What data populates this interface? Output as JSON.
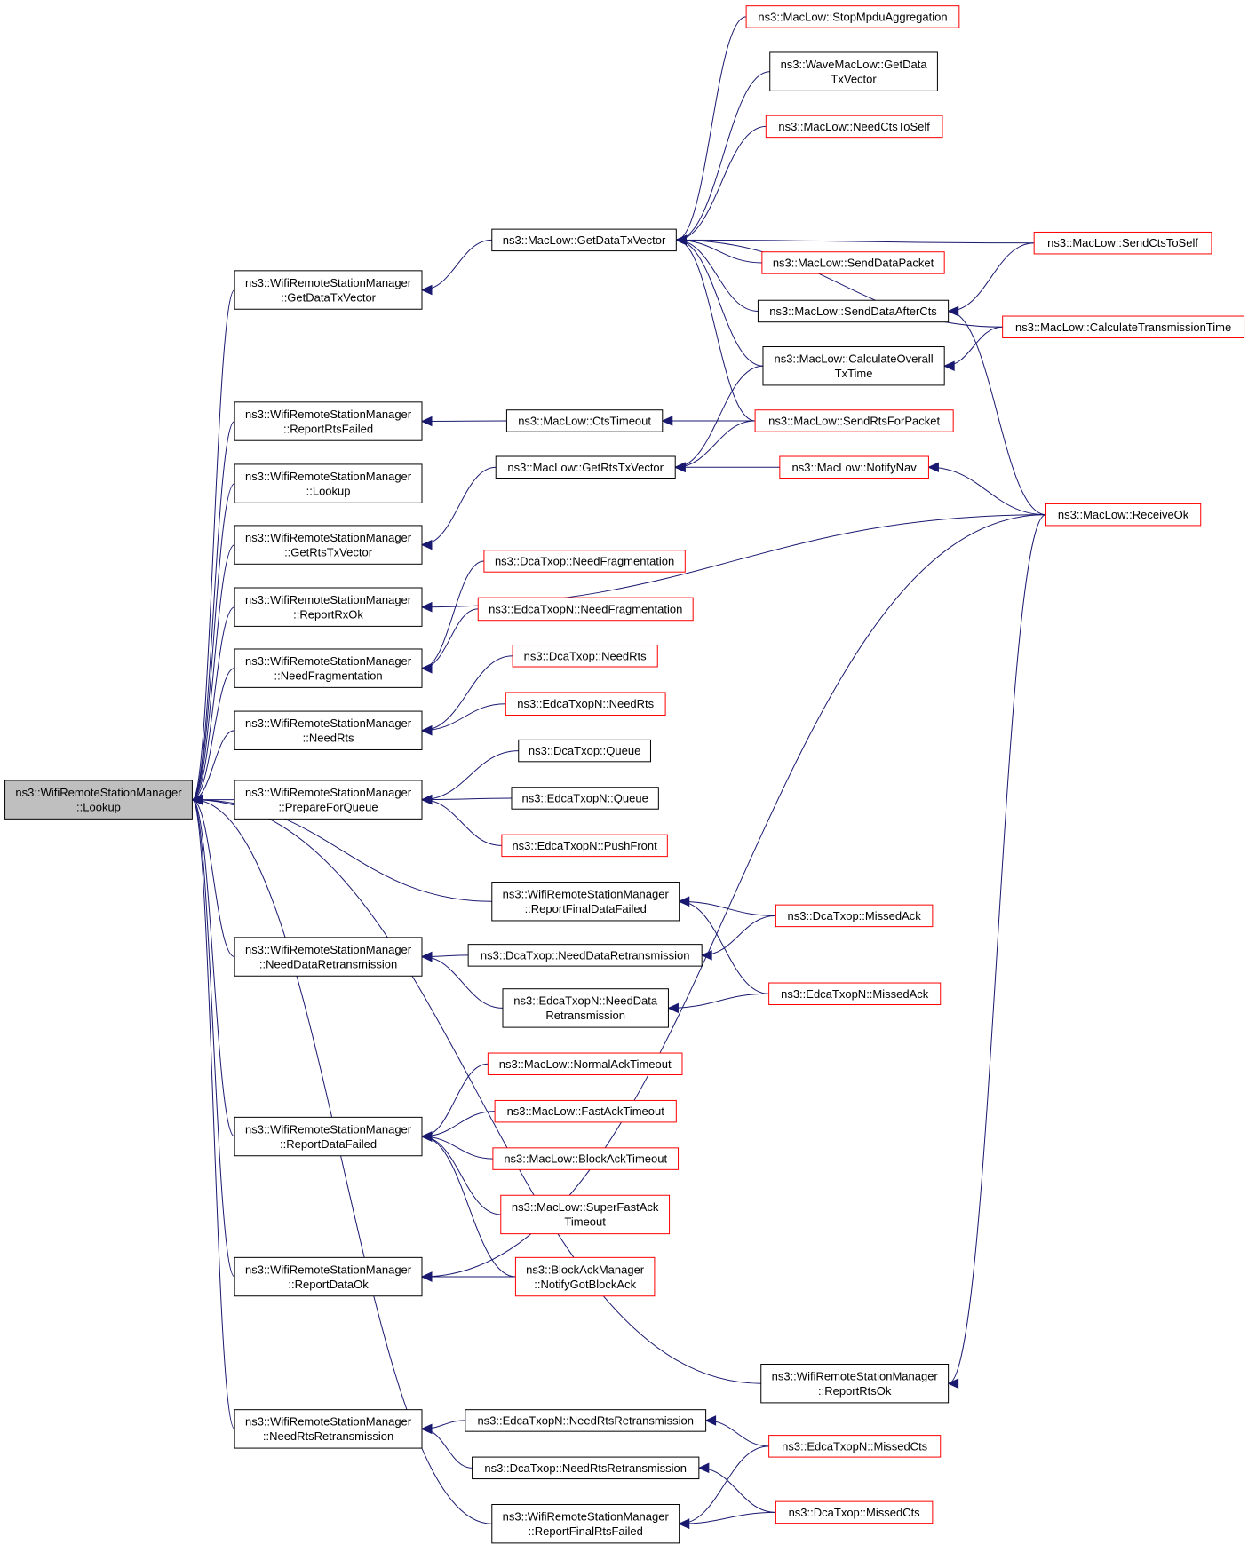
{
  "diagram": {
    "colors": {
      "edge": "#191970",
      "normal_border": "#000000",
      "truncated_border": "#ff0000",
      "root_fill": "#bfbfbf",
      "node_fill": "#ffffff"
    },
    "nodes": [
      {
        "id": "root",
        "lines": [
          "ns3::WifiRemoteStationManager",
          "::Lookup"
        ],
        "style": "root"
      },
      {
        "id": "wrsm_getdatatx",
        "lines": [
          "ns3::WifiRemoteStationManager",
          "::GetDataTxVector"
        ],
        "style": "normal"
      },
      {
        "id": "wrsm_reportrtsfailed",
        "lines": [
          "ns3::WifiRemoteStationManager",
          "::ReportRtsFailed"
        ],
        "style": "normal"
      },
      {
        "id": "wrsm_lookup2",
        "lines": [
          "ns3::WifiRemoteStationManager",
          "::Lookup"
        ],
        "style": "normal"
      },
      {
        "id": "wrsm_getrtstx",
        "lines": [
          "ns3::WifiRemoteStationManager",
          "::GetRtsTxVector"
        ],
        "style": "normal"
      },
      {
        "id": "wrsm_reportrxok",
        "lines": [
          "ns3::WifiRemoteStationManager",
          "::ReportRxOk"
        ],
        "style": "normal"
      },
      {
        "id": "wrsm_needfrag",
        "lines": [
          "ns3::WifiRemoteStationManager",
          "::NeedFragmentation"
        ],
        "style": "normal"
      },
      {
        "id": "wrsm_needrts",
        "lines": [
          "ns3::WifiRemoteStationManager",
          "::NeedRts"
        ],
        "style": "normal"
      },
      {
        "id": "wrsm_prepare",
        "lines": [
          "ns3::WifiRemoteStationManager",
          "::PrepareForQueue"
        ],
        "style": "normal"
      },
      {
        "id": "wrsm_reportfinaldata",
        "lines": [
          "ns3::WifiRemoteStationManager",
          "::ReportFinalDataFailed"
        ],
        "style": "normal"
      },
      {
        "id": "wrsm_needdataretx",
        "lines": [
          "ns3::WifiRemoteStationManager",
          "::NeedDataRetransmission"
        ],
        "style": "normal"
      },
      {
        "id": "wrsm_reportdatafailed",
        "lines": [
          "ns3::WifiRemoteStationManager",
          "::ReportDataFailed"
        ],
        "style": "normal"
      },
      {
        "id": "wrsm_reportdataok",
        "lines": [
          "ns3::WifiRemoteStationManager",
          "::ReportDataOk"
        ],
        "style": "normal"
      },
      {
        "id": "wrsm_reportrtsok",
        "lines": [
          "ns3::WifiRemoteStationManager",
          "::ReportRtsOk"
        ],
        "style": "normal"
      },
      {
        "id": "wrsm_needrtsretx",
        "lines": [
          "ns3::WifiRemoteStationManager",
          "::NeedRtsRetransmission"
        ],
        "style": "normal"
      },
      {
        "id": "wrsm_reportfinalrts",
        "lines": [
          "ns3::WifiRemoteStationManager",
          "::ReportFinalRtsFailed"
        ],
        "style": "normal"
      },
      {
        "id": "maclow_getdatatx",
        "lines": [
          "ns3::MacLow::GetDataTxVector"
        ],
        "style": "normal"
      },
      {
        "id": "maclow_ctstimeout",
        "lines": [
          "ns3::MacLow::CtsTimeout"
        ],
        "style": "normal"
      },
      {
        "id": "maclow_getrtstx",
        "lines": [
          "ns3::MacLow::GetRtsTxVector"
        ],
        "style": "normal"
      },
      {
        "id": "dca_needfrag",
        "lines": [
          "ns3::DcaTxop::NeedFragmentation"
        ],
        "style": "truncated"
      },
      {
        "id": "edca_needfrag",
        "lines": [
          "ns3::EdcaTxopN::NeedFragmentation"
        ],
        "style": "truncated"
      },
      {
        "id": "dca_needrts",
        "lines": [
          "ns3::DcaTxop::NeedRts"
        ],
        "style": "truncated"
      },
      {
        "id": "edca_needrts",
        "lines": [
          "ns3::EdcaTxopN::NeedRts"
        ],
        "style": "truncated"
      },
      {
        "id": "dca_queue",
        "lines": [
          "ns3::DcaTxop::Queue"
        ],
        "style": "normal"
      },
      {
        "id": "edca_queue",
        "lines": [
          "ns3::EdcaTxopN::Queue"
        ],
        "style": "normal"
      },
      {
        "id": "edca_pushfront",
        "lines": [
          "ns3::EdcaTxopN::PushFront"
        ],
        "style": "truncated"
      },
      {
        "id": "dca_needdataretx",
        "lines": [
          "ns3::DcaTxop::NeedDataRetransmission"
        ],
        "style": "normal"
      },
      {
        "id": "edca_needdataretx",
        "lines": [
          "ns3::EdcaTxopN::NeedData",
          "Retransmission"
        ],
        "style": "normal"
      },
      {
        "id": "maclow_normalack",
        "lines": [
          "ns3::MacLow::NormalAckTimeout"
        ],
        "style": "truncated"
      },
      {
        "id": "maclow_fastack",
        "lines": [
          "ns3::MacLow::FastAckTimeout"
        ],
        "style": "truncated"
      },
      {
        "id": "maclow_blockack",
        "lines": [
          "ns3::MacLow::BlockAckTimeout"
        ],
        "style": "truncated"
      },
      {
        "id": "maclow_superfastack",
        "lines": [
          "ns3::MacLow::SuperFastAck",
          "Timeout"
        ],
        "style": "truncated"
      },
      {
        "id": "bam_notify",
        "lines": [
          "ns3::BlockAckManager",
          "::NotifyGotBlockAck"
        ],
        "style": "truncated"
      },
      {
        "id": "edca_needrtsretx",
        "lines": [
          "ns3::EdcaTxopN::NeedRtsRetransmission"
        ],
        "style": "normal"
      },
      {
        "id": "dca_needrtsretx",
        "lines": [
          "ns3::DcaTxop::NeedRtsRetransmission"
        ],
        "style": "normal"
      },
      {
        "id": "maclow_stopmpdu",
        "lines": [
          "ns3::MacLow::StopMpduAggregation"
        ],
        "style": "truncated"
      },
      {
        "id": "wavemaclow_getdata",
        "lines": [
          "ns3::WaveMacLow::GetData",
          "TxVector"
        ],
        "style": "normal"
      },
      {
        "id": "maclow_needctstoself",
        "lines": [
          "ns3::MacLow::NeedCtsToSelf"
        ],
        "style": "truncated"
      },
      {
        "id": "maclow_senddatapacket",
        "lines": [
          "ns3::MacLow::SendDataPacket"
        ],
        "style": "truncated"
      },
      {
        "id": "maclow_senddataaftercts",
        "lines": [
          "ns3::MacLow::SendDataAfterCts"
        ],
        "style": "normal"
      },
      {
        "id": "maclow_calcoverall",
        "lines": [
          "ns3::MacLow::CalculateOverall",
          "TxTime"
        ],
        "style": "normal"
      },
      {
        "id": "maclow_sendrtsforpacket",
        "lines": [
          "ns3::MacLow::SendRtsForPacket"
        ],
        "style": "truncated"
      },
      {
        "id": "maclow_notifynav",
        "lines": [
          "ns3::MacLow::NotifyNav"
        ],
        "style": "truncated"
      },
      {
        "id": "dca_missedack",
        "lines": [
          "ns3::DcaTxop::MissedAck"
        ],
        "style": "truncated"
      },
      {
        "id": "edca_missedack",
        "lines": [
          "ns3::EdcaTxopN::MissedAck"
        ],
        "style": "truncated"
      },
      {
        "id": "edca_missedcts",
        "lines": [
          "ns3::EdcaTxopN::MissedCts"
        ],
        "style": "truncated"
      },
      {
        "id": "dca_missedcts",
        "lines": [
          "ns3::DcaTxop::MissedCts"
        ],
        "style": "truncated"
      },
      {
        "id": "maclow_sendctstoself",
        "lines": [
          "ns3::MacLow::SendCtsToSelf"
        ],
        "style": "truncated"
      },
      {
        "id": "maclow_calctxtime",
        "lines": [
          "ns3::MacLow::CalculateTransmissionTime"
        ],
        "style": "truncated"
      },
      {
        "id": "maclow_receiveok",
        "lines": [
          "ns3::MacLow::ReceiveOk"
        ],
        "style": "truncated"
      }
    ],
    "edges": [
      [
        "wrsm_getdatatx",
        "root"
      ],
      [
        "wrsm_reportrtsfailed",
        "root"
      ],
      [
        "wrsm_lookup2",
        "root"
      ],
      [
        "wrsm_getrtstx",
        "root"
      ],
      [
        "wrsm_reportrxok",
        "root"
      ],
      [
        "wrsm_needfrag",
        "root"
      ],
      [
        "wrsm_needrts",
        "root"
      ],
      [
        "wrsm_prepare",
        "root"
      ],
      [
        "wrsm_reportfinaldata",
        "root"
      ],
      [
        "wrsm_needdataretx",
        "root"
      ],
      [
        "wrsm_reportdatafailed",
        "root"
      ],
      [
        "wrsm_reportdataok",
        "root"
      ],
      [
        "wrsm_reportrtsok",
        "root"
      ],
      [
        "wrsm_needrtsretx",
        "root"
      ],
      [
        "wrsm_reportfinalrts",
        "root"
      ],
      [
        "maclow_getdatatx",
        "wrsm_getdatatx"
      ],
      [
        "maclow_ctstimeout",
        "wrsm_reportrtsfailed"
      ],
      [
        "maclow_getrtstx",
        "wrsm_getrtstx"
      ],
      [
        "maclow_receiveok",
        "wrsm_reportrxok"
      ],
      [
        "dca_needfrag",
        "wrsm_needfrag"
      ],
      [
        "edca_needfrag",
        "wrsm_needfrag"
      ],
      [
        "dca_needrts",
        "wrsm_needrts"
      ],
      [
        "edca_needrts",
        "wrsm_needrts"
      ],
      [
        "dca_queue",
        "wrsm_prepare"
      ],
      [
        "edca_queue",
        "wrsm_prepare"
      ],
      [
        "edca_pushfront",
        "wrsm_prepare"
      ],
      [
        "dca_needdataretx",
        "wrsm_needdataretx"
      ],
      [
        "edca_needdataretx",
        "wrsm_needdataretx"
      ],
      [
        "maclow_normalack",
        "wrsm_reportdatafailed"
      ],
      [
        "maclow_fastack",
        "wrsm_reportdatafailed"
      ],
      [
        "maclow_blockack",
        "wrsm_reportdatafailed"
      ],
      [
        "maclow_superfastack",
        "wrsm_reportdatafailed"
      ],
      [
        "bam_notify",
        "wrsm_reportdatafailed"
      ],
      [
        "bam_notify",
        "wrsm_reportdataok"
      ],
      [
        "maclow_receiveok",
        "wrsm_reportdataok"
      ],
      [
        "maclow_receiveok",
        "wrsm_reportrtsok"
      ],
      [
        "edca_needrtsretx",
        "wrsm_needrtsretx"
      ],
      [
        "dca_needrtsretx",
        "wrsm_needrtsretx"
      ],
      [
        "dca_missedcts",
        "wrsm_reportfinalrts"
      ],
      [
        "edca_missedcts",
        "wrsm_reportfinalrts"
      ],
      [
        "maclow_stopmpdu",
        "maclow_getdatatx"
      ],
      [
        "wavemaclow_getdata",
        "maclow_getdatatx"
      ],
      [
        "maclow_needctstoself",
        "maclow_getdatatx"
      ],
      [
        "maclow_sendctstoself",
        "maclow_getdatatx"
      ],
      [
        "maclow_senddatapacket",
        "maclow_getdatatx"
      ],
      [
        "maclow_senddataaftercts",
        "maclow_getdatatx"
      ],
      [
        "maclow_calctxtime",
        "maclow_getdatatx"
      ],
      [
        "maclow_calcoverall",
        "maclow_getdatatx"
      ],
      [
        "maclow_sendrtsforpacket",
        "maclow_getdatatx"
      ],
      [
        "maclow_sendrtsforpacket",
        "maclow_ctstimeout"
      ],
      [
        "maclow_calcoverall",
        "maclow_getrtstx"
      ],
      [
        "maclow_sendrtsforpacket",
        "maclow_getrtstx"
      ],
      [
        "maclow_notifynav",
        "maclow_getrtstx"
      ],
      [
        "maclow_sendctstoself",
        "maclow_senddataaftercts"
      ],
      [
        "maclow_receiveok",
        "maclow_senddataaftercts"
      ],
      [
        "maclow_calctxtime",
        "maclow_calcoverall"
      ],
      [
        "maclow_receiveok",
        "maclow_notifynav"
      ],
      [
        "dca_missedack",
        "wrsm_reportfinaldata"
      ],
      [
        "edca_missedack",
        "wrsm_reportfinaldata"
      ],
      [
        "dca_missedack",
        "dca_needdataretx"
      ],
      [
        "edca_missedack",
        "edca_needdataretx"
      ],
      [
        "edca_missedcts",
        "edca_needrtsretx"
      ],
      [
        "dca_missedcts",
        "dca_needrtsretx"
      ]
    ]
  }
}
